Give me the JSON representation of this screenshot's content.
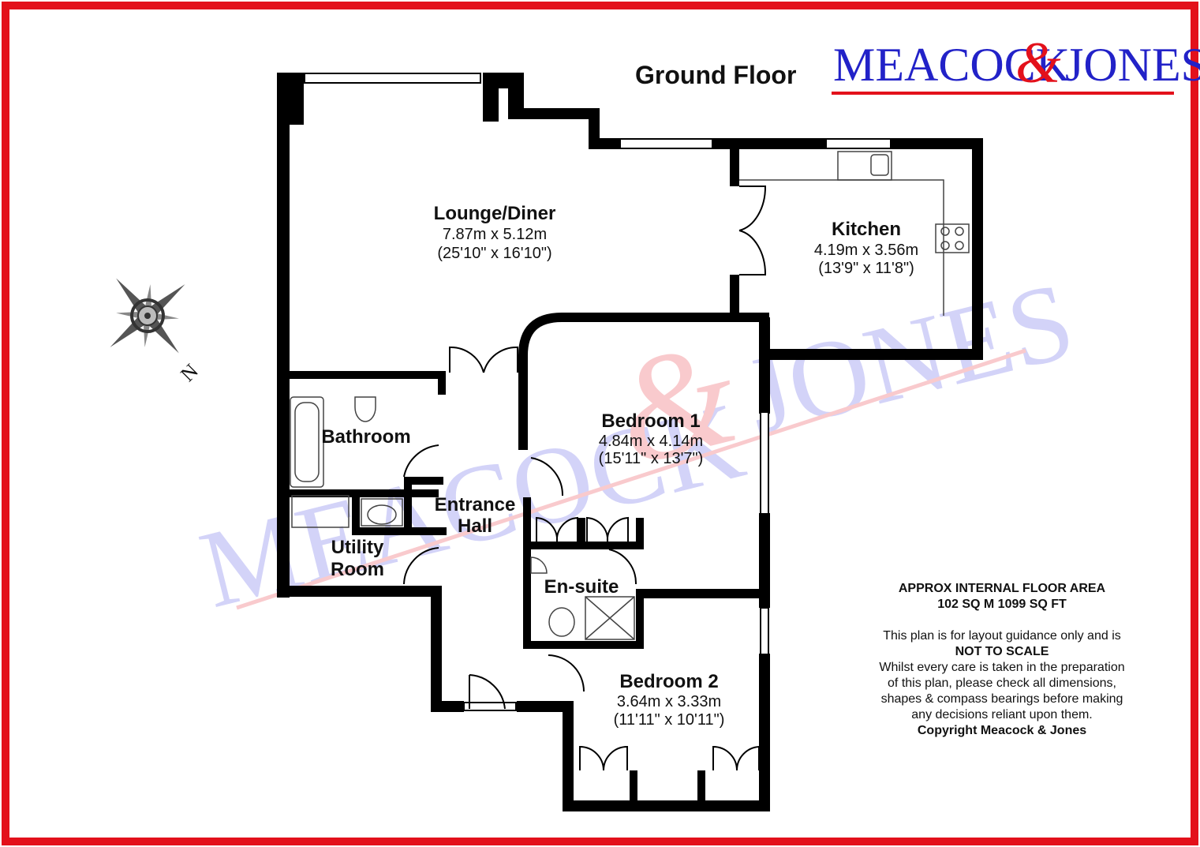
{
  "header": {
    "floor_title": "Ground Floor",
    "brand_left": "MEACOCK",
    "brand_amp": "&",
    "brand_right": "JONES"
  },
  "colors": {
    "frame": "#e3111b",
    "brand_blue": "#2222c8",
    "brand_red": "#e3111b",
    "wall": "#000000"
  },
  "compass": {
    "icon": "compass-rose-icon",
    "north_label": "N"
  },
  "rooms": {
    "lounge": {
      "name": "Lounge/Diner",
      "metric": "7.87m x 5.12m",
      "imperial": "(25'10\" x 16'10\")"
    },
    "kitchen": {
      "name": "Kitchen",
      "metric": "4.19m x 3.56m",
      "imperial": "(13'9\" x 11'8\")"
    },
    "bedroom1": {
      "name": "Bedroom 1",
      "metric": "4.84m x 4.14m",
      "imperial": "(15'11\" x 13'7\")"
    },
    "bathroom": {
      "name": "Bathroom"
    },
    "entrance_hall": {
      "line1": "Entrance",
      "line2": "Hall"
    },
    "utility": {
      "line1": "Utility",
      "line2": "Room"
    },
    "ensuite": {
      "name": "En-suite"
    },
    "bedroom2": {
      "name": "Bedroom 2",
      "metric": "3.64m x 3.33m",
      "imperial": "(11'11\" x 10'11\")"
    }
  },
  "notes": {
    "area_title": "APPROX INTERNAL FLOOR AREA",
    "area_value": "102 SQ M 1099 SQ FT",
    "line1": "This plan is for layout guidance only and is",
    "line2": "NOT TO SCALE",
    "line3": "Whilst every care is taken in the preparation",
    "line4": "of this plan, please check all dimensions,",
    "line5": "shapes & compass bearings before making",
    "line6": "any decisions reliant upon them.",
    "copyright": "Copyright Meacock & Jones"
  }
}
